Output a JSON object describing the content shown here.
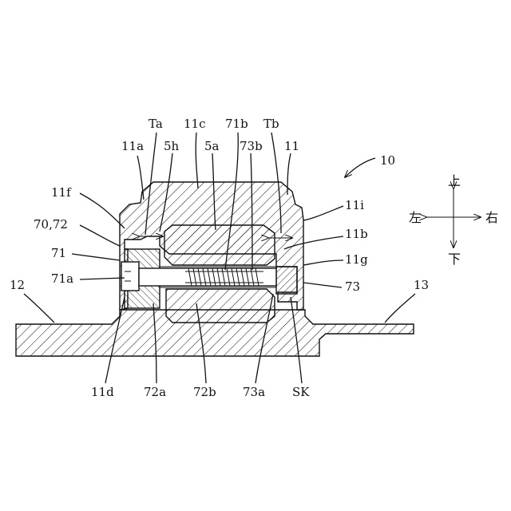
{
  "figure": {
    "labels": {
      "ref_10": "10",
      "ref_11": "11",
      "ref_11a": "11a",
      "ref_11b": "11b",
      "ref_11c": "11c",
      "ref_11d": "11d",
      "ref_11f": "11f",
      "ref_11g": "11g",
      "ref_11i": "11i",
      "ref_12": "12",
      "ref_13": "13",
      "ref_5a": "5a",
      "ref_5h": "5h",
      "ref_70_72": "70,72",
      "ref_71": "71",
      "ref_71a": "71a",
      "ref_71b": "71b",
      "ref_72a": "72a",
      "ref_72b": "72b",
      "ref_73": "73",
      "ref_73a": "73a",
      "ref_73b": "73b",
      "ref_Ta": "Ta",
      "ref_Tb": "Tb",
      "ref_SK": "SK"
    },
    "direction_legend": {
      "up": "上",
      "down": "下",
      "left": "左",
      "right": "右"
    }
  }
}
